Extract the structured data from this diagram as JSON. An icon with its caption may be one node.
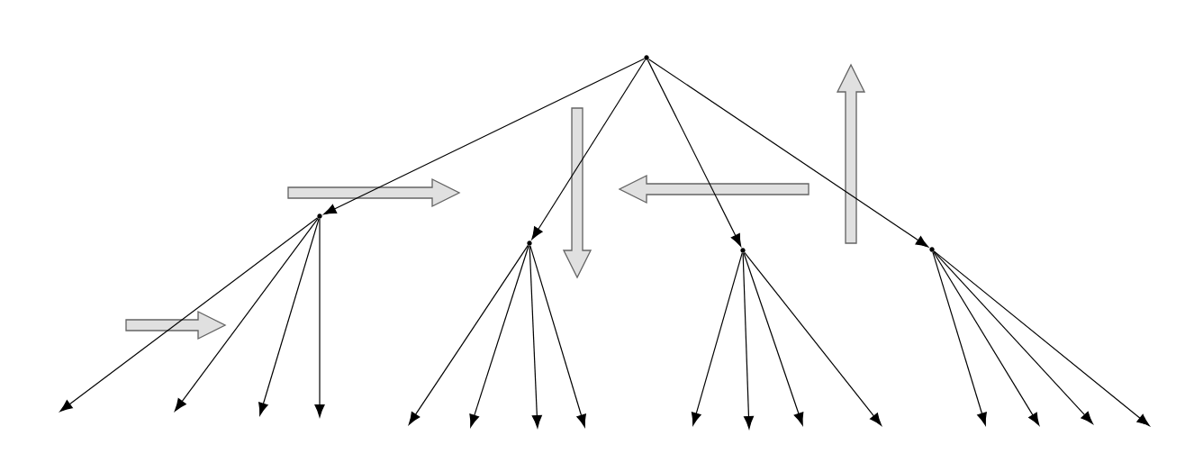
{
  "diagram": {
    "nodes": [
      {
        "text": [],
        "shape": "point"
      },
      {
        "text": [],
        "shape": "point"
      },
      {
        "text": [],
        "shape": "point"
      },
      {
        "text": [],
        "shape": "point"
      },
      {
        "text": [],
        "shape": "point"
      }
    ],
    "edges": [
      {
        "from": 0,
        "to": 1,
        "arrow": "to"
      },
      {
        "from": 0,
        "to": 2,
        "arrow": "to"
      },
      {
        "from": 0,
        "to": 3,
        "arrow": "to"
      },
      {
        "from": 0,
        "to": 4,
        "arrow": "to"
      },
      {
        "from": 1,
        "to": null,
        "arrow": "to"
      },
      {
        "from": 1,
        "to": null,
        "arrow": "to"
      },
      {
        "from": 1,
        "to": null,
        "arrow": "to"
      },
      {
        "from": 1,
        "to": null,
        "arrow": "to"
      },
      {
        "from": 2,
        "to": null,
        "arrow": "to"
      },
      {
        "from": 2,
        "to": null,
        "arrow": "to"
      },
      {
        "from": 2,
        "to": null,
        "arrow": "to"
      },
      {
        "from": 2,
        "to": null,
        "arrow": "to"
      },
      {
        "from": 3,
        "to": null,
        "arrow": "to"
      },
      {
        "from": 3,
        "to": null,
        "arrow": "to"
      },
      {
        "from": 3,
        "to": null,
        "arrow": "to"
      },
      {
        "from": 3,
        "to": null,
        "arrow": "to"
      },
      {
        "from": 4,
        "to": null,
        "arrow": "to"
      },
      {
        "from": 4,
        "to": null,
        "arrow": "to"
      },
      {
        "from": 4,
        "to": null,
        "arrow": "to"
      },
      {
        "from": 4,
        "to": null,
        "arrow": "to"
      }
    ]
  }
}
